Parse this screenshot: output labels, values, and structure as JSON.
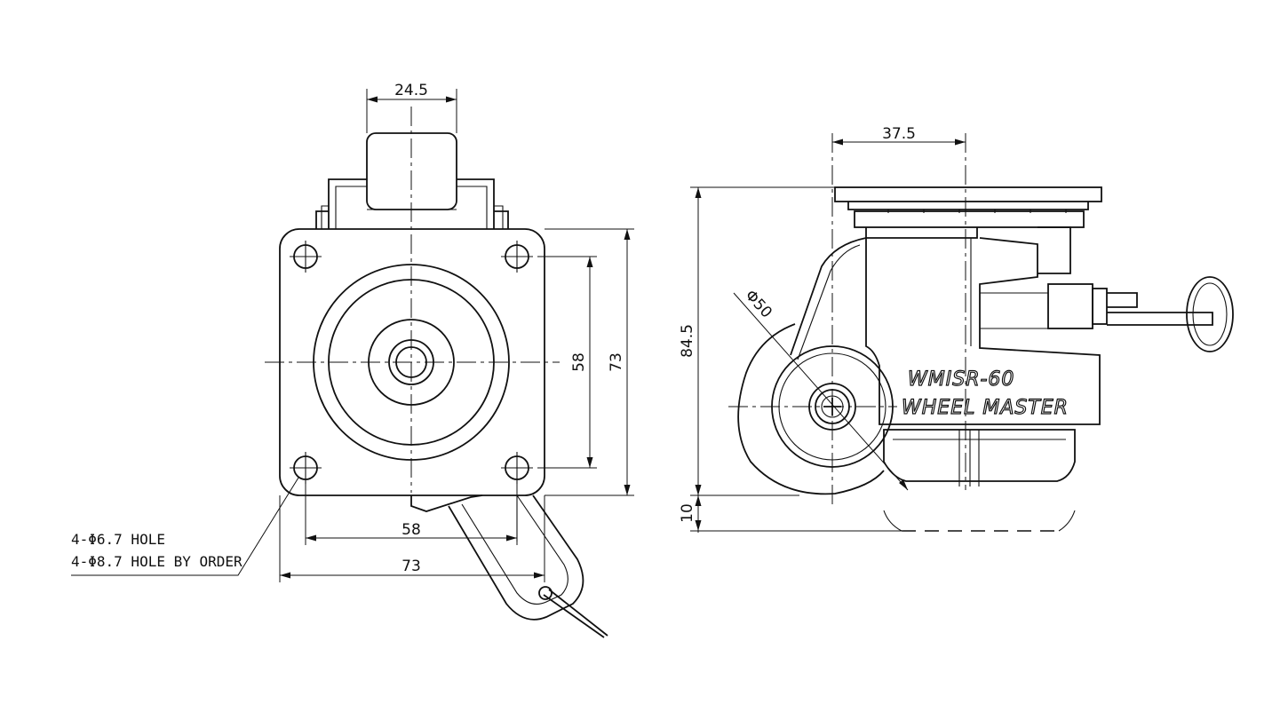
{
  "front_view": {
    "dim_top": "24.5",
    "dim_hole_vertical": "58",
    "dim_plate_vertical": "73",
    "dim_hole_horizontal": "58",
    "dim_plate_horizontal": "73",
    "note_hole": "4-Φ6.7 HOLE",
    "note_hole_order": "4-Φ8.7 HOLE BY ORDER"
  },
  "side_view": {
    "dim_width": "37.5",
    "dim_height": "84.5",
    "dim_wheel": "Φ50",
    "dim_lift": "10",
    "model": "WMISR-60",
    "brand": "WHEEL MASTER"
  }
}
